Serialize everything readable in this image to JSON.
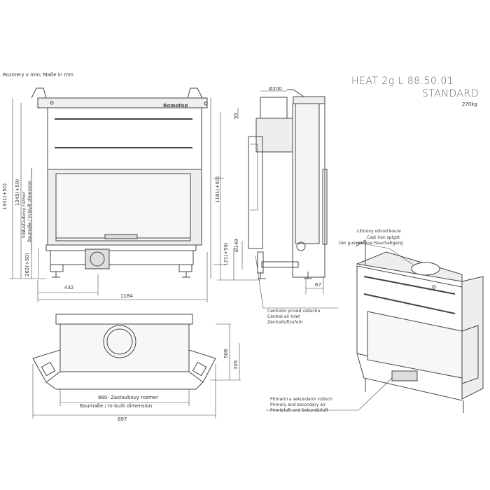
{
  "header": {
    "units_note": "Rozmery v mm; Maße in mm",
    "model": "HEAT 2g L 88.50.01",
    "variant": "STANDARD",
    "weight": "270kg",
    "brand": "Romotop"
  },
  "front_view": {
    "dim_total_height": "1331(+50)",
    "dim_builtin_height": "1245(+50)",
    "dim_builtin_label_cz": "Zastavbovy rozmer",
    "dim_builtin_label_de": "Baumaße / In-built dimension",
    "dim_500": "500",
    "dim_262": "262(+50)",
    "dim_432": "432",
    "dim_1184": "1184"
  },
  "side_view": {
    "dim_200": "Ø200",
    "dim_55": "55",
    "dim_1181": "1181(+50)",
    "dim_121": "121(+50)",
    "dim_149": "Ø149",
    "dim_67": "67"
  },
  "top_view": {
    "dim_508": "508",
    "dim_305": "305",
    "dim_880": "880- Zastavbovy rozmer",
    "dim_880_de": "Baumaße / In-built dimension",
    "dim_897": "897"
  },
  "callouts": {
    "air_inlet": [
      "Centralni privod vzduchu",
      "Central air inlet",
      "Zentralluftzufuhr"
    ],
    "flue": [
      "Litinovy odvod koure",
      "Cast iron spigot",
      "Der gusseiserne Rauchabgang"
    ],
    "primary_air": [
      "Primarni a sekundarni vzduch",
      "Primary and secondary air",
      "Primärluft und Sekundärluft"
    ]
  },
  "colors": {
    "line": "#444444",
    "fill_light": "#eeeeee",
    "fill_glass": "#f7f7f7"
  }
}
